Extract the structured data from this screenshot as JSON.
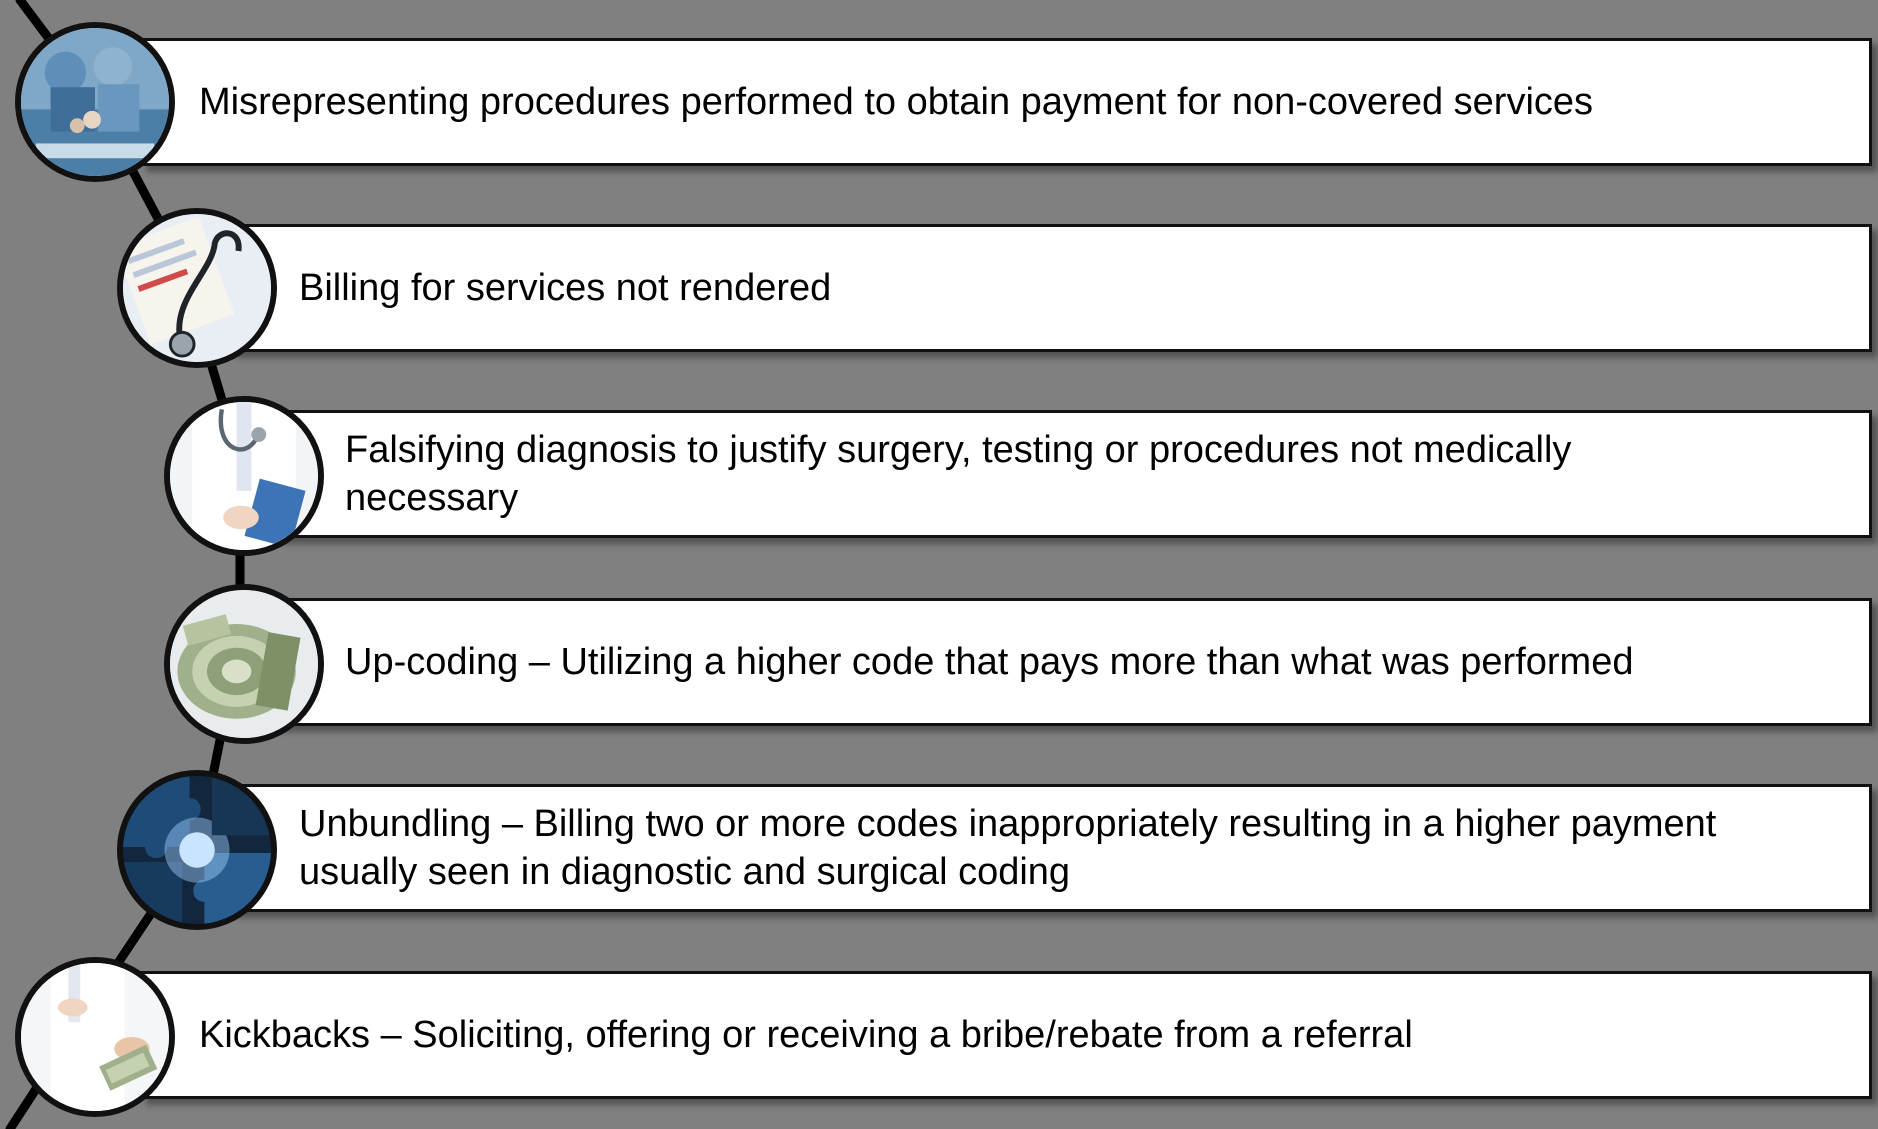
{
  "background": "#808080",
  "items": [
    {
      "text": "Misrepresenting procedures performed to obtain payment for non-covered services",
      "image_subject": "surgery-photo"
    },
    {
      "text": "Billing for services not rendered",
      "image_subject": "stethoscope-on-billing-form-photo"
    },
    {
      "text": "Falsifying diagnosis to justify surgery, testing or procedures not medically\nnecessary",
      "image_subject": "doctor-with-clipboard-photo"
    },
    {
      "text": "Up-coding – Utilizing a higher code that pays more than what was performed",
      "image_subject": "rolled-dollar-bills-photo"
    },
    {
      "text": "Unbundling – Billing two or more codes inappropriately resulting in a higher payment\nusually seen in diagnostic and surgical coding",
      "image_subject": "puzzle-pieces-photo"
    },
    {
      "text": "Kickbacks – Soliciting, offering or receiving a bribe/rebate from a referral",
      "image_subject": "doctor-handing-money-photo"
    }
  ]
}
